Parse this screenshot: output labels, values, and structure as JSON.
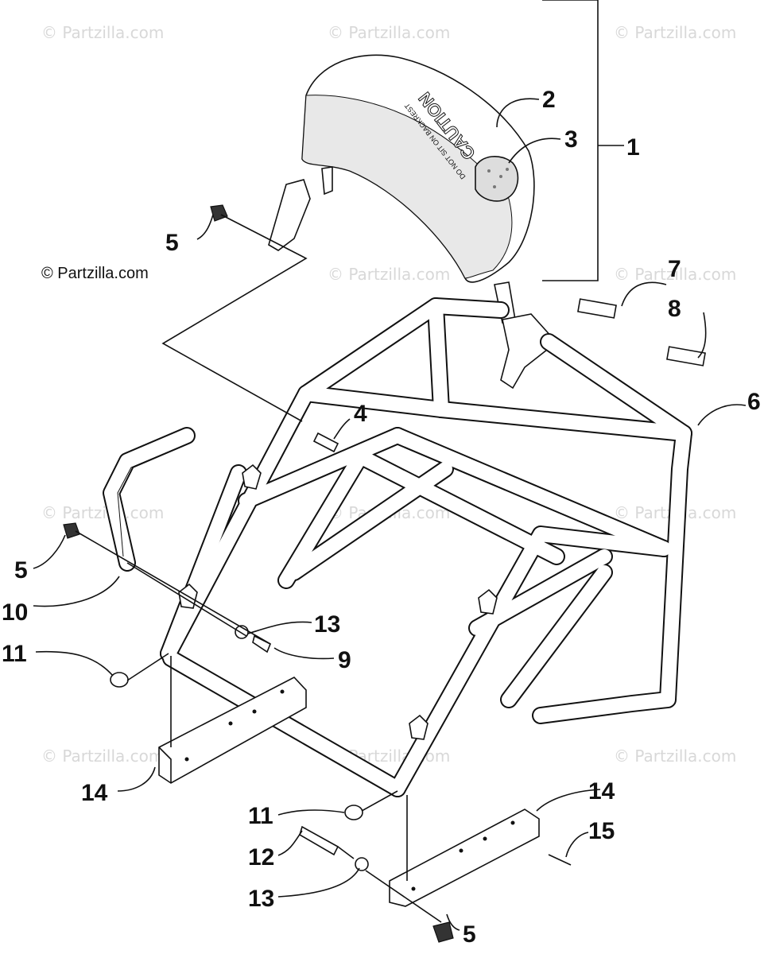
{
  "watermark": "© Partzilla.com",
  "copyright": "© Partzilla.com",
  "backrest": {
    "decal_text": "CAUTION",
    "decal_subtext": "DO NOT SIT ON BACKREST"
  },
  "callouts": [
    {
      "id": "c1",
      "label": "1"
    },
    {
      "id": "c2",
      "label": "2"
    },
    {
      "id": "c3",
      "label": "3"
    },
    {
      "id": "c4",
      "label": "4"
    },
    {
      "id": "c5a",
      "label": "5"
    },
    {
      "id": "c5b",
      "label": "5"
    },
    {
      "id": "c5c",
      "label": "5"
    },
    {
      "id": "c6",
      "label": "6"
    },
    {
      "id": "c7",
      "label": "7"
    },
    {
      "id": "c8",
      "label": "8"
    },
    {
      "id": "c9",
      "label": "9"
    },
    {
      "id": "c10",
      "label": "10"
    },
    {
      "id": "c11a",
      "label": "11"
    },
    {
      "id": "c11b",
      "label": "11"
    },
    {
      "id": "c12",
      "label": "12"
    },
    {
      "id": "c13a",
      "label": "13"
    },
    {
      "id": "c13b",
      "label": "13"
    },
    {
      "id": "c14a",
      "label": "14"
    },
    {
      "id": "c14b",
      "label": "14"
    },
    {
      "id": "c15",
      "label": "15"
    }
  ]
}
